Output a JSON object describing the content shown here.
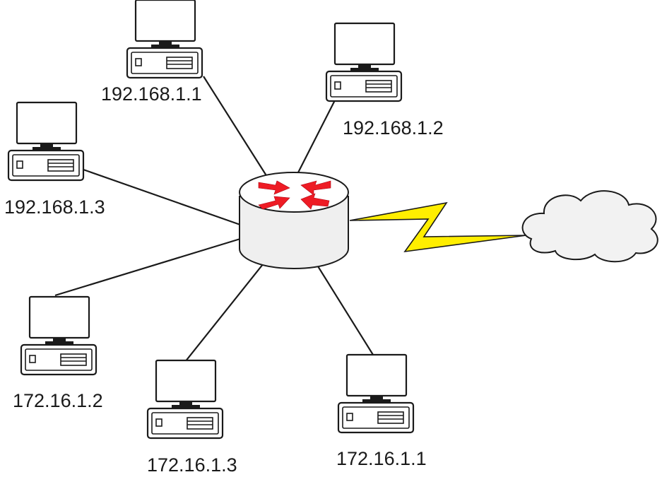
{
  "colors": {
    "line": "#1a1a1a",
    "router_body": "#efefef",
    "router_arrows": "#ee1c25",
    "wan_link": "#ffee00",
    "cloud": "#f2f2f2",
    "computer_screen": "#ffffff"
  },
  "router": {
    "icon": "router-icon"
  },
  "cloud": {
    "icon": "cloud-icon"
  },
  "wan_link": {
    "icon": "lightning-bolt-icon"
  },
  "hosts": [
    {
      "id": "host-1",
      "ip": "192.168.1.1"
    },
    {
      "id": "host-2",
      "ip": "192.168.1.2"
    },
    {
      "id": "host-3",
      "ip": "192.168.1.3"
    },
    {
      "id": "host-4",
      "ip": "172.16.1.2"
    },
    {
      "id": "host-5",
      "ip": "172.16.1.3"
    },
    {
      "id": "host-6",
      "ip": "172.16.1.1"
    }
  ]
}
